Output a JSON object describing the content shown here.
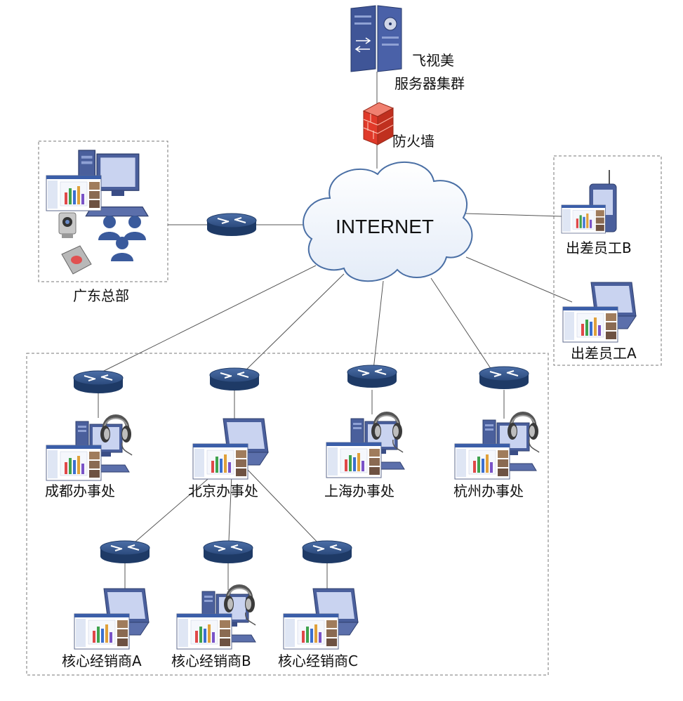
{
  "nodes": {
    "server_cluster": {
      "line1": "飞视美",
      "line2": "服务器集群"
    },
    "firewall": "防火墙",
    "internet": "INTERNET",
    "guangdong_hq": "广东总部",
    "traveler_b": "出差员工B",
    "traveler_a": "出差员工A",
    "chengdu": "成都办事处",
    "beijing": "北京办事处",
    "shanghai": "上海办事处",
    "hangzhou": "杭州办事处",
    "dealer_a": "核心经销商A",
    "dealer_b": "核心经销商B",
    "dealer_c": "核心经销商C"
  },
  "colors": {
    "router": "#2f4f80",
    "device_blue": "#4a5f9c",
    "screen": "#c9d3f0",
    "firewall": "#e03a2a",
    "cloud_fill": "#ffffff",
    "cloud_stroke": "#4a6fa5"
  }
}
